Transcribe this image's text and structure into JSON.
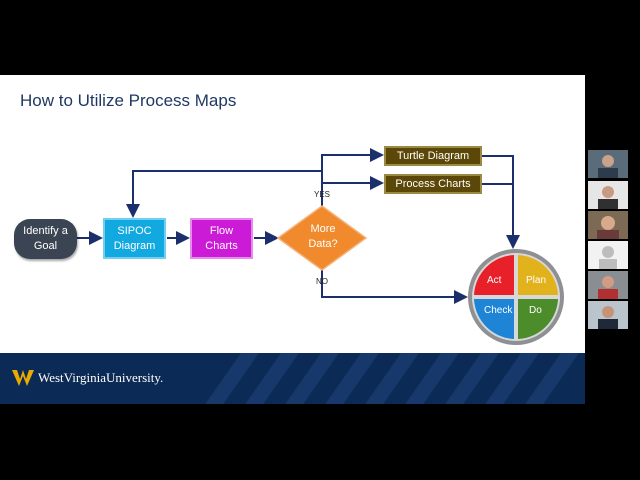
{
  "slide": {
    "title": "How to Utilize Process Maps",
    "footer_logo_text": "WestVirginiaUniversity."
  },
  "flowchart": {
    "identify_goal": "Identify a\nGoal",
    "sipoc": "SIPOC\nDiagram",
    "flow_charts": "Flow\nCharts",
    "more_data": "More\nData?",
    "yes_label": "YES",
    "no_label": "NO",
    "turtle_diagram": "Turtle Diagram",
    "process_charts": "Process Charts",
    "pdca": {
      "act": "Act",
      "plan": "Plan",
      "check": "Check",
      "do": "Do"
    }
  },
  "colors": {
    "title": "#1f3864",
    "arrow": "#1a2f6b",
    "goal": "#3b4453",
    "sipoc": "#12a8e0",
    "flow": "#cc1bd6",
    "diamond": "#f08a2c",
    "turtle": "#5b4708",
    "act": "#e8202a",
    "plan": "#e2b21c",
    "check": "#1d84d6",
    "do": "#4d8c2b",
    "footer": "#0b2a55"
  },
  "participants": [
    "participant-1",
    "participant-2",
    "participant-3",
    "participant-4",
    "participant-5",
    "participant-6"
  ]
}
